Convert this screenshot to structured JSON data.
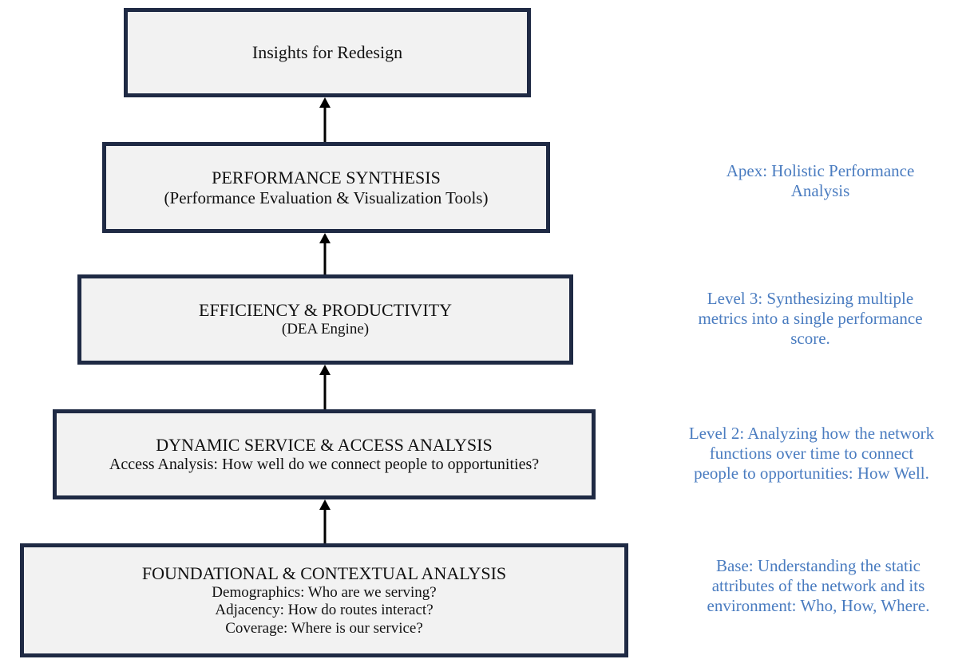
{
  "boxes": {
    "insights": {
      "title": "Insights for Redesign"
    },
    "synthesis": {
      "title": "PERFORMANCE SYNTHESIS",
      "subtitle": "(Performance Evaluation & Visualization Tools)"
    },
    "efficiency": {
      "title": "EFFICIENCY & PRODUCTIVITY",
      "subtitle": "(DEA Engine)"
    },
    "dynamic": {
      "title": "DYNAMIC SERVICE & ACCESS ANALYSIS",
      "subtitle": "Access Analysis: How well do we connect people to opportunities?"
    },
    "foundation": {
      "title": "FOUNDATIONAL & CONTEXTUAL ANALYSIS",
      "lines": [
        "Demographics: Who are we serving?",
        "Adjacency: How do routes interact?",
        "Coverage: Where is our service?"
      ]
    }
  },
  "labels": {
    "apex": [
      "Apex: Holistic Performance",
      "Analysis"
    ],
    "level3": [
      "Level 3: Synthesizing multiple",
      "metrics into a single performance",
      "score."
    ],
    "level2": [
      "Level 2: Analyzing how the network",
      "functions over time to connect",
      "people to opportunities: How Well."
    ],
    "base": [
      "Base: Understanding the static",
      "attributes of the network and its",
      "environment: Who, How, Where."
    ]
  },
  "colors": {
    "box_border": "#1f2a44",
    "box_fill": "#f2f2f2",
    "label_text": "#4a7cc0",
    "arrow": "#000000"
  }
}
